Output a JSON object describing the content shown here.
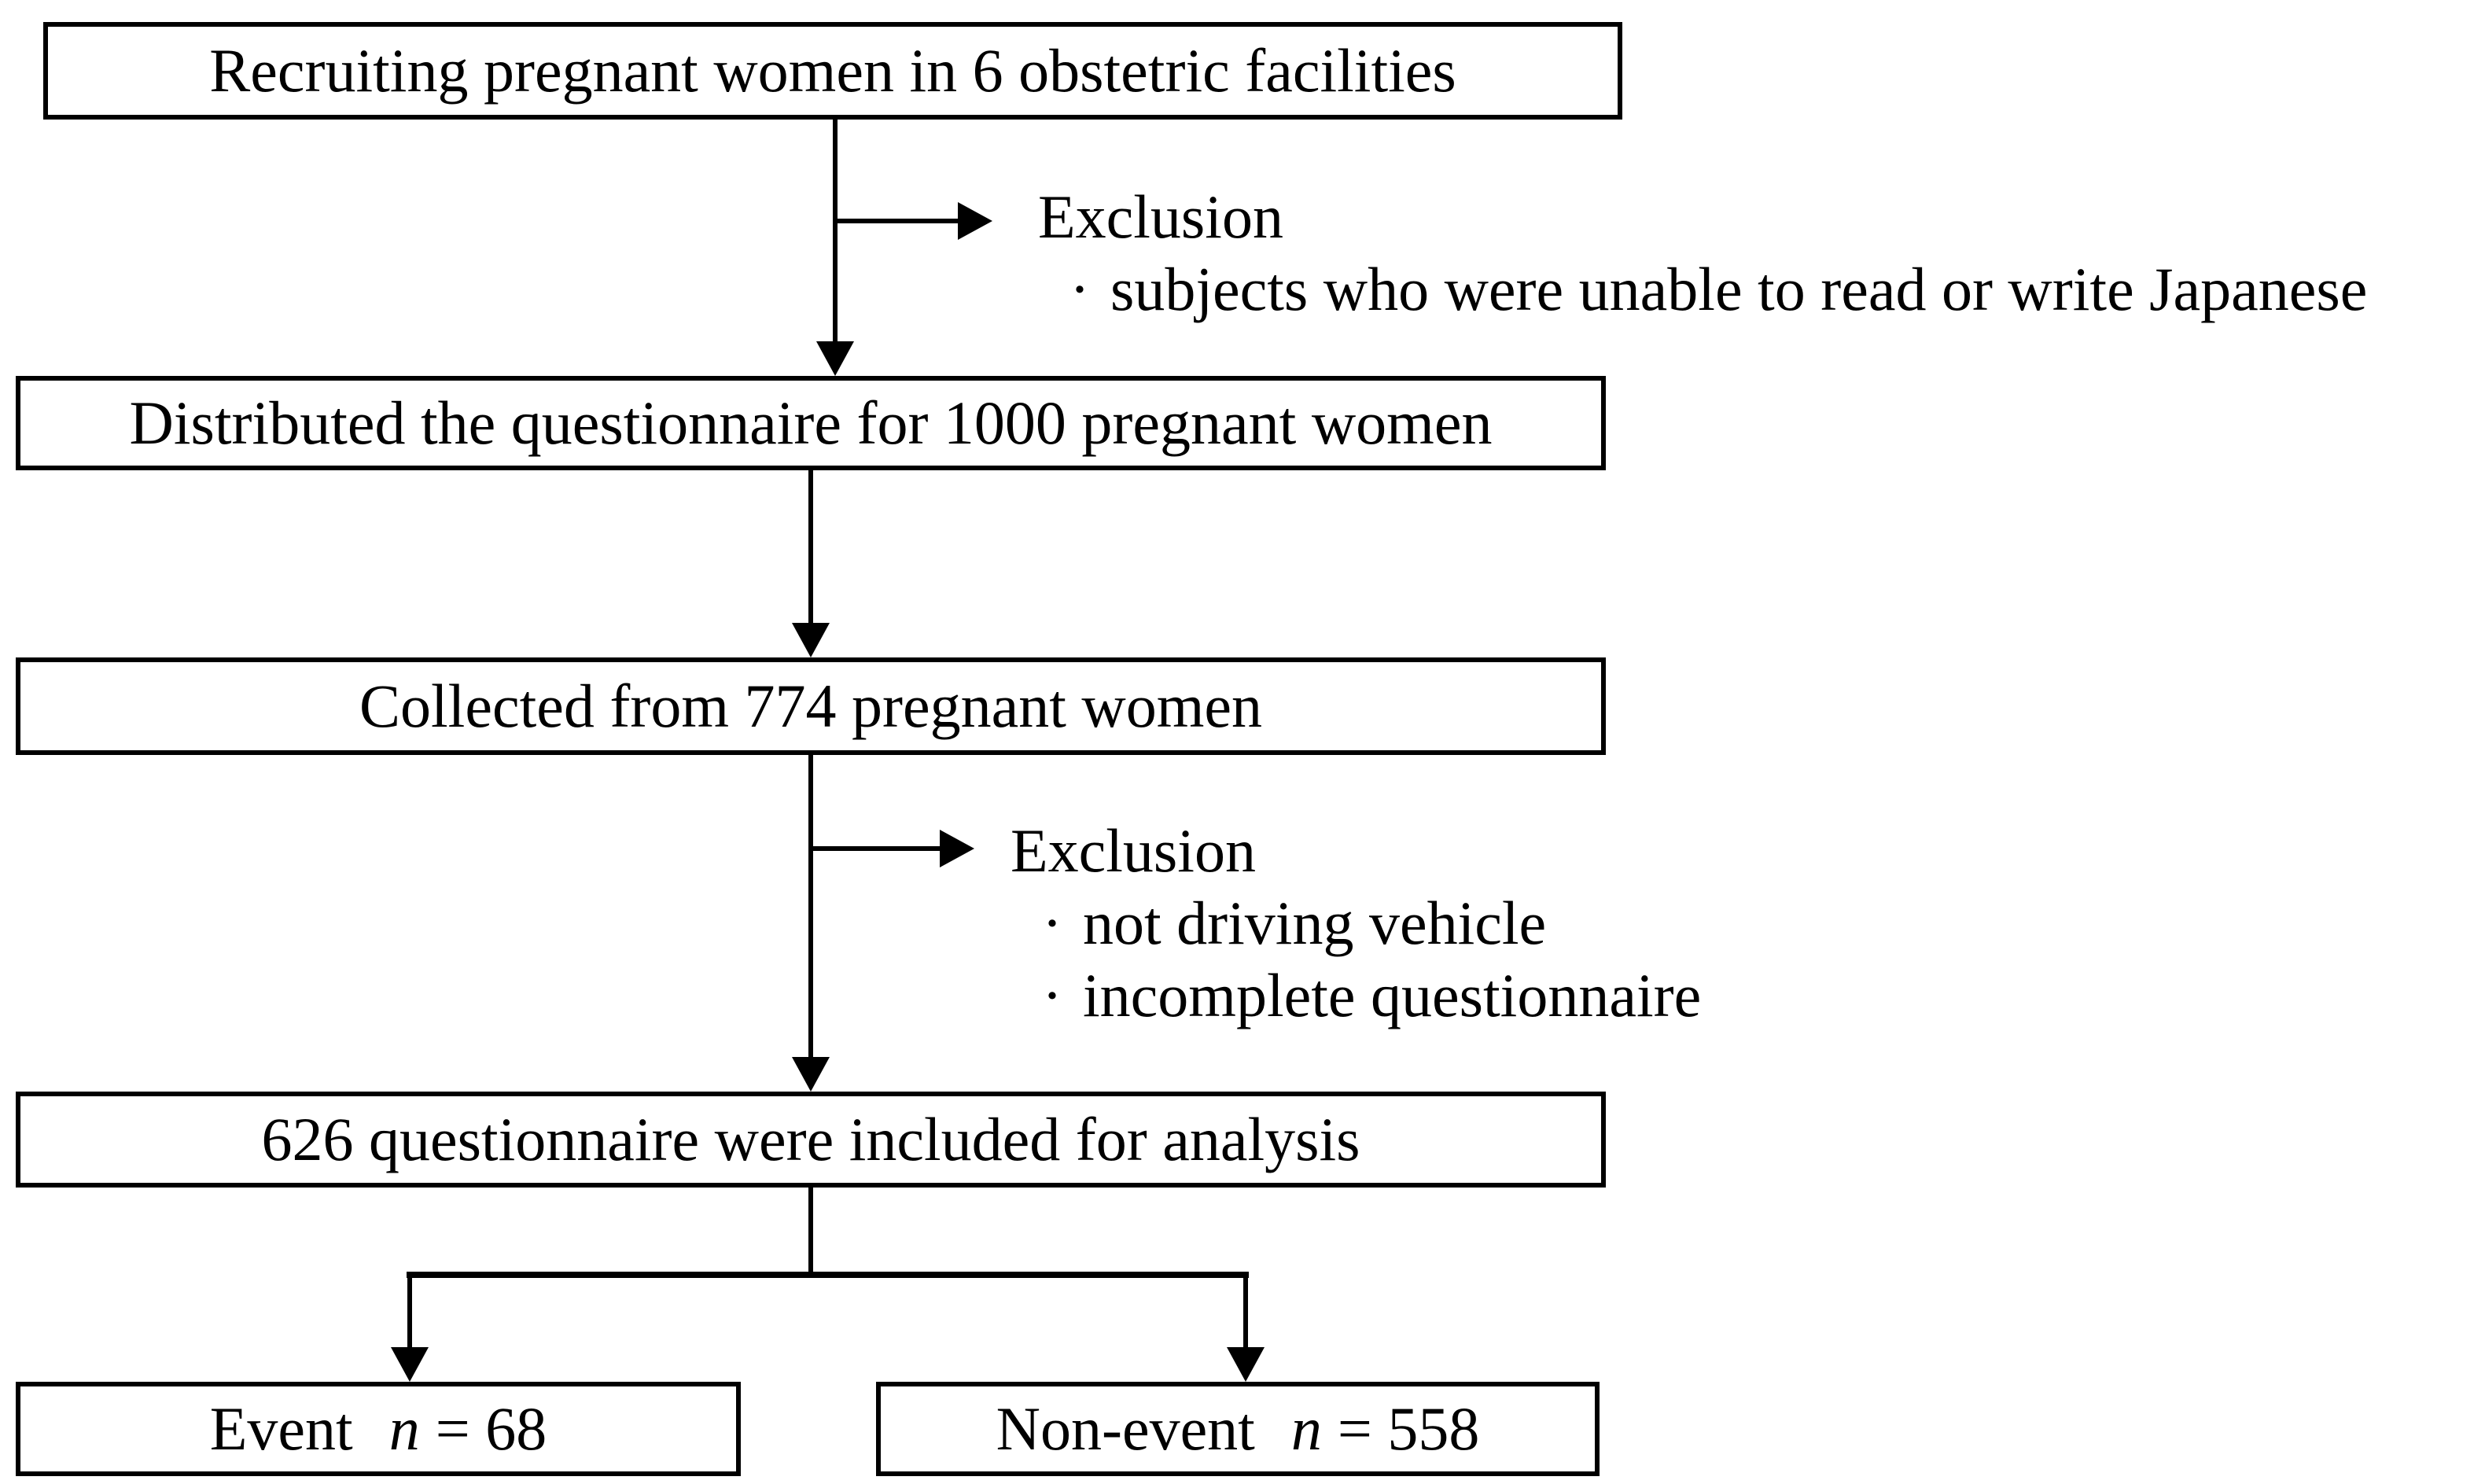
{
  "figure": {
    "steps": [
      {
        "label": "Recruiting pregnant women in 6 obstetric facilities"
      },
      {
        "label": "Distributed the questionnaire for 1000 pregnant women"
      },
      {
        "label": "Collected from 774 pregnant women"
      },
      {
        "label": "626 questionnaire were included for analysis"
      }
    ],
    "exclusions": [
      {
        "title": "Exclusion",
        "items": [
          "subjects who were unable to read or write Japanese"
        ]
      },
      {
        "title": "Exclusion",
        "items": [
          "not driving vehicle",
          "incomplete questionnaire"
        ]
      }
    ],
    "outcomes": [
      {
        "label": "Event",
        "var": "n",
        "value": "= 68"
      },
      {
        "label": "Non-event",
        "var": "n",
        "value": "= 558"
      }
    ],
    "glyphs": {
      "bullet": "·"
    },
    "colors": {
      "line": "#000000",
      "text": "#000000",
      "background": "#ffffff"
    }
  }
}
